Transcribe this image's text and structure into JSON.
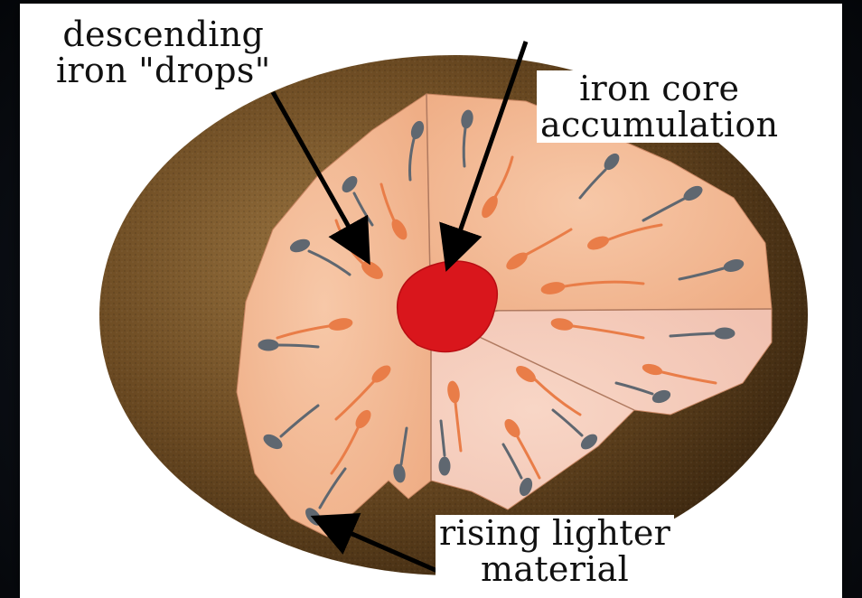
{
  "labels": {
    "descending_drops": {
      "line1": "descending",
      "line2": "iron \"drops\""
    },
    "core_accumulation": {
      "line1": "iron core",
      "line2": "accumulation"
    },
    "rising_material": {
      "line1": "rising lighter",
      "line2": "material"
    }
  },
  "colors": {
    "background": "#0a0d12",
    "panel": "#ffffff",
    "outer_shell": "#6b4a22",
    "mantle_cut": "#f1b48f",
    "iron_core": "#d9161c",
    "iron_drops": "#e97d48",
    "light_material": "#5f6770",
    "arrow": "#000000"
  }
}
